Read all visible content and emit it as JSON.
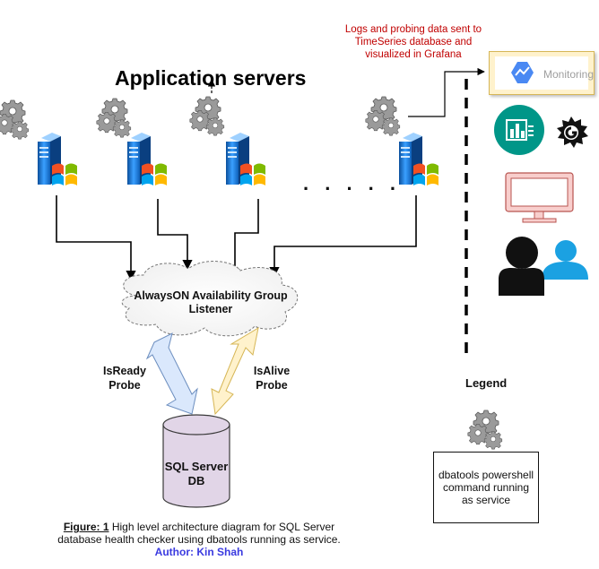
{
  "title": "Application servers",
  "notes": {
    "monitoring_flow": "Logs and probing data sent to TimeSeries database  and visualized in Grafana"
  },
  "servers": {
    "ellipsis": ". . . . ."
  },
  "monitoring": {
    "label": "Monitoring"
  },
  "listener": {
    "label": "AlwaysON Availability Group Listener"
  },
  "probes": {
    "isready": "IsReady Probe",
    "isalive": "IsAlive Probe"
  },
  "database": {
    "label": "SQL Server DB"
  },
  "legend": {
    "title": "Legend",
    "item": "dbatools powershell command running as service"
  },
  "caption": {
    "figure_label": "Figure: 1",
    "text": " High level architecture diagram for SQL Server database health checker using dbatools running as service.",
    "author": "Author: Kin Shah"
  },
  "colors": {
    "server_blue": "#1f7fd6",
    "note_red": "#c00000",
    "teal": "#009688",
    "user_blue": "#1ba1e2",
    "monitor_pink": "#f8cecc",
    "db_fill": "#e1d5e7",
    "isready_arrow": "#dae8fc",
    "isalive_arrow": "#fff2cc",
    "author_blue": "#3a3ae0"
  },
  "icons": [
    "gear-icon",
    "windows-server-icon",
    "monitoring-icon",
    "chart-icon",
    "grafana-icon",
    "computer-monitor-icon",
    "users-icon",
    "database-icon",
    "cloud-shape"
  ]
}
